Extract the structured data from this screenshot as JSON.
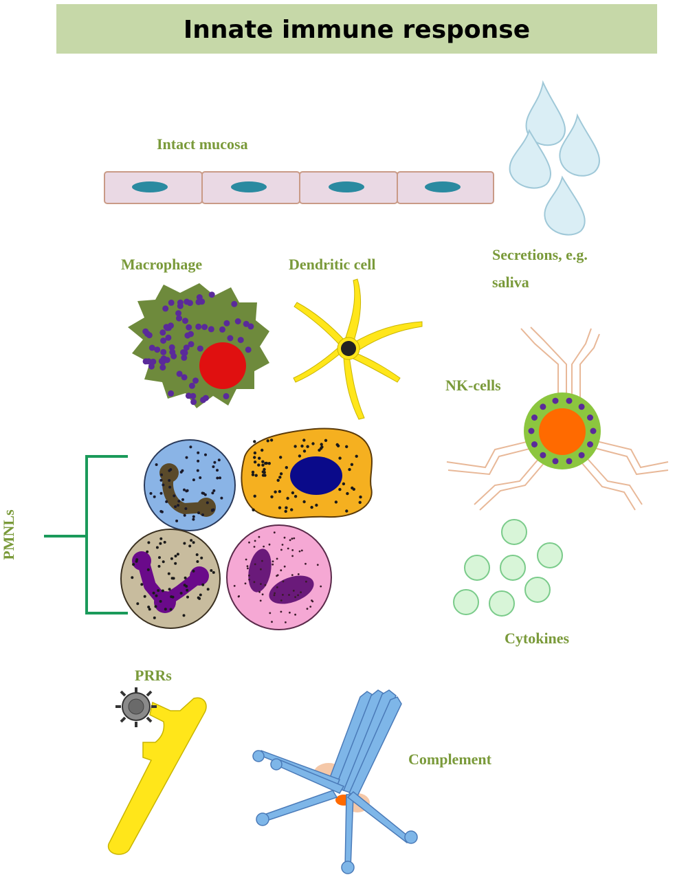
{
  "title": "Innate immune response",
  "labels": {
    "mucosa": "Intact mucosa",
    "secretions_line1": "Secretions, e.g.",
    "secretions_line2": "saliva",
    "macrophage": "Macrophage",
    "dendritic": "Dendritic cell",
    "nk": "NK-cells",
    "pmnls": "PMNLs",
    "cytokines": "Cytokines",
    "prrs": "PRRs",
    "complement": "Complement"
  },
  "colors": {
    "title_band": "#c6d8a8",
    "label_text": "#7a9a3a",
    "mucosa_fill": "#ead9e4",
    "mucosa_border": "#c99a86",
    "mucosa_nucleus": "#2a8aa0",
    "droplet_fill": "#daeef5",
    "droplet_border": "#9fc8d8",
    "macrophage_body": "#6e8a3c",
    "macrophage_nucleus": "#e01010",
    "granule_purple": "#5a2a9a",
    "dendritic_body": "#ffe61a",
    "dendritic_nucleus": "#222222",
    "nk_body": "#8cc63f",
    "nk_nucleus": "#ff6a00",
    "nk_receptor": "#f2c8a8",
    "bracket_green": "#1a9a5a",
    "neutrophil_body": "#8ab4e6",
    "neutrophil_nucleus": "#5a4a2a",
    "eosinophil_body": "#f5b020",
    "eosinophil_nucleus": "#0a0a8a",
    "basophil_body": "#c8bc9e",
    "basophil_nucleus": "#6a0a8a",
    "monocyte_body": "#f5a8d4",
    "monocyte_nucleus": "#6a1a7a",
    "cytokine_fill": "#d8f5d8",
    "cytokine_border": "#7acb8a",
    "prr_yellow": "#ffe61a",
    "complement_blue": "#7eb6e8",
    "complement_peach": "#f5c8a8"
  }
}
